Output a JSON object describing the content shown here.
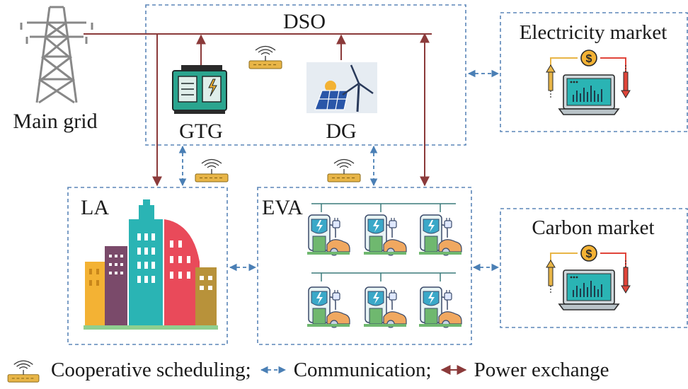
{
  "nodes": {
    "main_grid": "Main grid",
    "dso": "DSO",
    "gtg": "GTG",
    "dg": "DG",
    "la": "LA",
    "eva": "EVA",
    "electricity_market": "Electricity market",
    "carbon_market": "Carbon market"
  },
  "legend": {
    "cooperative": "Cooperative scheduling;",
    "communication": "Communication;",
    "power": "Power exchange"
  },
  "colors": {
    "power": "#8b3a3a",
    "communication": "#4a7fb5",
    "box_border": "#5b86b8",
    "router": "#e8b547",
    "screen": "#2ab4b4",
    "dollar": "#f3b234"
  }
}
